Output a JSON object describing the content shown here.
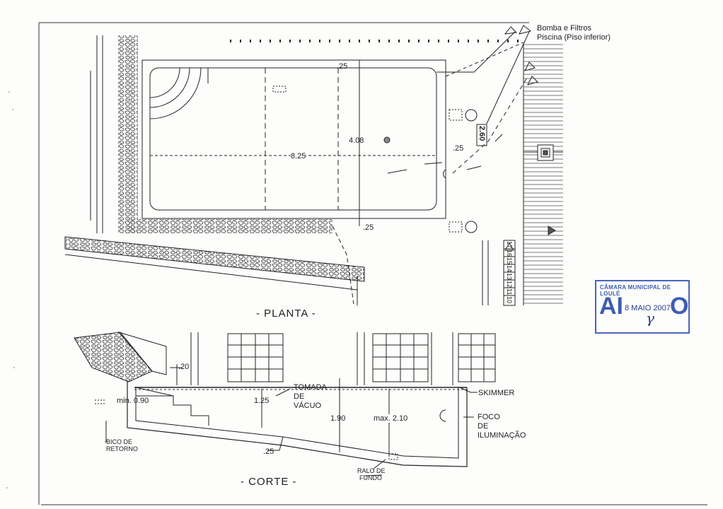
{
  "planta": {
    "title": "- PLANTA -",
    "labels": {
      "bomba": "Bomba e Filtros",
      "piscina": "Piscina (Piso inferior)",
      "dim_length": "8.25",
      "dim_width": "4.08",
      "dim_top": ".25",
      "dim_bottom": ".25",
      "dim_right": ".25",
      "dim_box": "2.60"
    },
    "stairs": [
      "17",
      "16",
      "15",
      "14",
      "13",
      "12",
      "11",
      "10"
    ]
  },
  "corte": {
    "title": "- CORTE -",
    "labels": {
      "dim_20": ".20",
      "min_depth": "min. 0.90",
      "dim_125": "1.25",
      "tomada_1": "TOMADA",
      "tomada_2": "DE",
      "tomada_3": "VÁCUO",
      "dim_190": "1.90",
      "max_depth": "max. 2.10",
      "skimmer": "SKIMMER",
      "foco_1": "FOCO",
      "foco_2": "DE",
      "foco_3": "ILUMINAÇÃO",
      "bico_1": "BICO DE",
      "bico_2": "RETORNO",
      "dim_25": ".25",
      "ralo_1": "RALO DE",
      "ralo_2": "FUNDO"
    }
  },
  "stamp": {
    "header": "CÂMARA MUNICIPAL DE LOULÉ",
    "left_letters": "AI",
    "right_letters": "O",
    "date": "8 MAIO 2007",
    "signature": "γ"
  },
  "colors": {
    "ink": "#222222",
    "stamp_blue": "#3d5db3",
    "paper": "#fdfdfc"
  }
}
